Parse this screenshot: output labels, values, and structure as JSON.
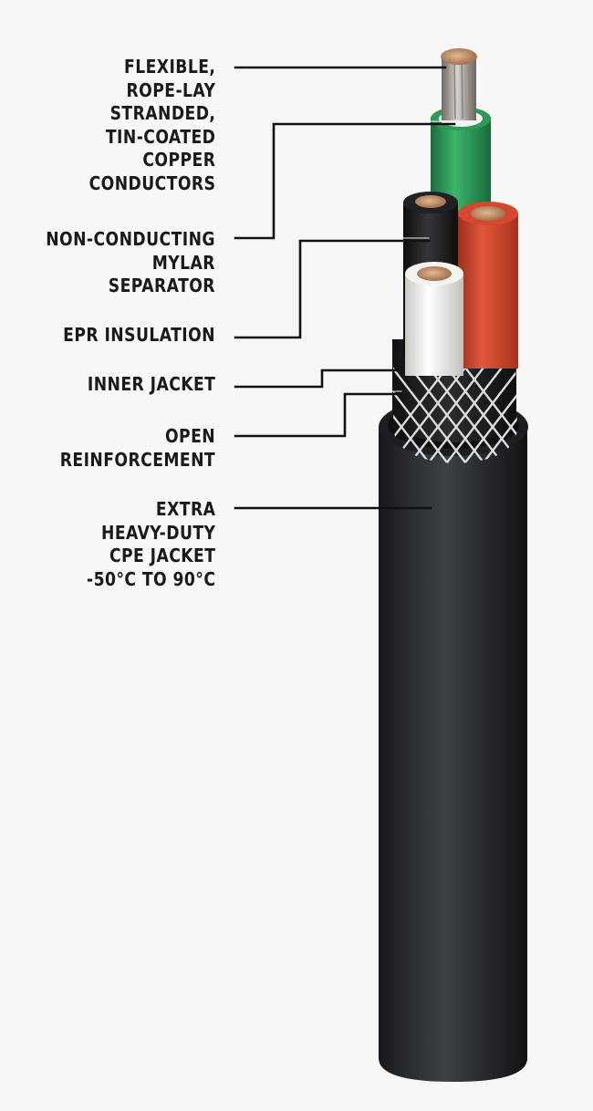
{
  "labels": {
    "conductors": [
      "FLEXIBLE,",
      "ROPE-LAY",
      "STRANDED,",
      "TIN-COATED",
      "COPPER",
      "CONDUCTORS"
    ],
    "separator": [
      "NON-CONDUCTING",
      "MYLAR",
      "SEPARATOR"
    ],
    "insulation": [
      "EPR INSULATION"
    ],
    "inner_jacket": [
      "INNER JACKET"
    ],
    "reinforcement": [
      "OPEN",
      "REINFORCEMENT"
    ],
    "outer_jacket": [
      "EXTRA",
      "HEAVY-DUTY",
      "CPE JACKET",
      "-50°C TO 90°C"
    ]
  },
  "colors": {
    "background": "#f7f7f7",
    "text": "#1a1a1a",
    "outer_jacket": "#2b2e33",
    "inner_jacket": "#1e1f22",
    "green_wire": "#2e9a57",
    "red_wire": "#d5482f",
    "black_wire": "#1c1c1e",
    "white_wire": "#ecece8",
    "copper": "#c49470",
    "tin_strands": "#a9a39d",
    "reinforcement_mesh": "#dcdcdc"
  }
}
